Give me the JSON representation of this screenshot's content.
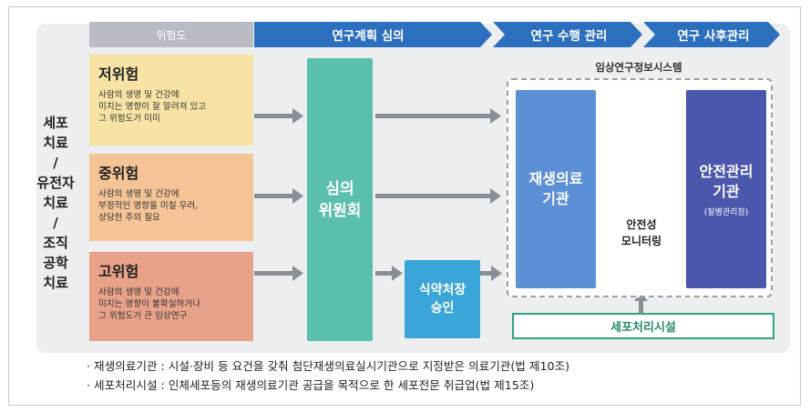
{
  "header": {
    "risk_level": "위험도",
    "stages": [
      "연구계획 심의",
      "연구 수행 관리",
      "연구 사후관리"
    ]
  },
  "left_label": [
    "세포",
    "치료",
    "/",
    "유전자",
    "치료",
    "/",
    "조직",
    "공학",
    "치료"
  ],
  "risks": [
    {
      "title": "저위험",
      "desc": [
        "사람의 생명 및 건강에",
        "미치는 영향이 잘 알려져 있고",
        "그 위험도가 미미"
      ]
    },
    {
      "title": "중위험",
      "desc": [
        "사람의 생명 및 건강에",
        "부정적인 영향을 미칠 우려,",
        "상당한 주의 필요"
      ]
    },
    {
      "title": "고위험",
      "desc": [
        "사람의 생명 및 건강에",
        "미치는 영향이 불확실하거나",
        "그 위험도가 큰 임상연구"
      ]
    }
  ],
  "committee": [
    "심의",
    "위원회"
  ],
  "mfds": [
    "식약처장",
    "승인"
  ],
  "system_name": "임상연구정보시스템",
  "regen_inst": [
    "재생의료",
    "기관"
  ],
  "safety_inst": {
    "name": [
      "안전관리",
      "기관"
    ],
    "sub": "(질병관리청)"
  },
  "monitoring": [
    "안전성",
    "모니터링"
  ],
  "cell_facility": "세포처리시설",
  "notes": [
    "· 재생의료기관 : 시설·장비 등 요건을 갖춰 첨단재생의료실시기관으로 지정받은 의료기관(법 제10조)",
    "· 세포처리시설 : 인체세포등의 재생의료기관 공급을 목적으로 한 세포전문 취급업(법 제15조)"
  ],
  "colors": {
    "stage_blue": "#2d6fbf",
    "low": "#f7e4a5",
    "mid": "#f4c497",
    "high": "#e9a28a",
    "committee": "#5bbfae",
    "mfds": "#3aa5d8",
    "regen": "#5b8fd6",
    "safety": "#4b56ad",
    "cell_facility": "#2fa184"
  }
}
